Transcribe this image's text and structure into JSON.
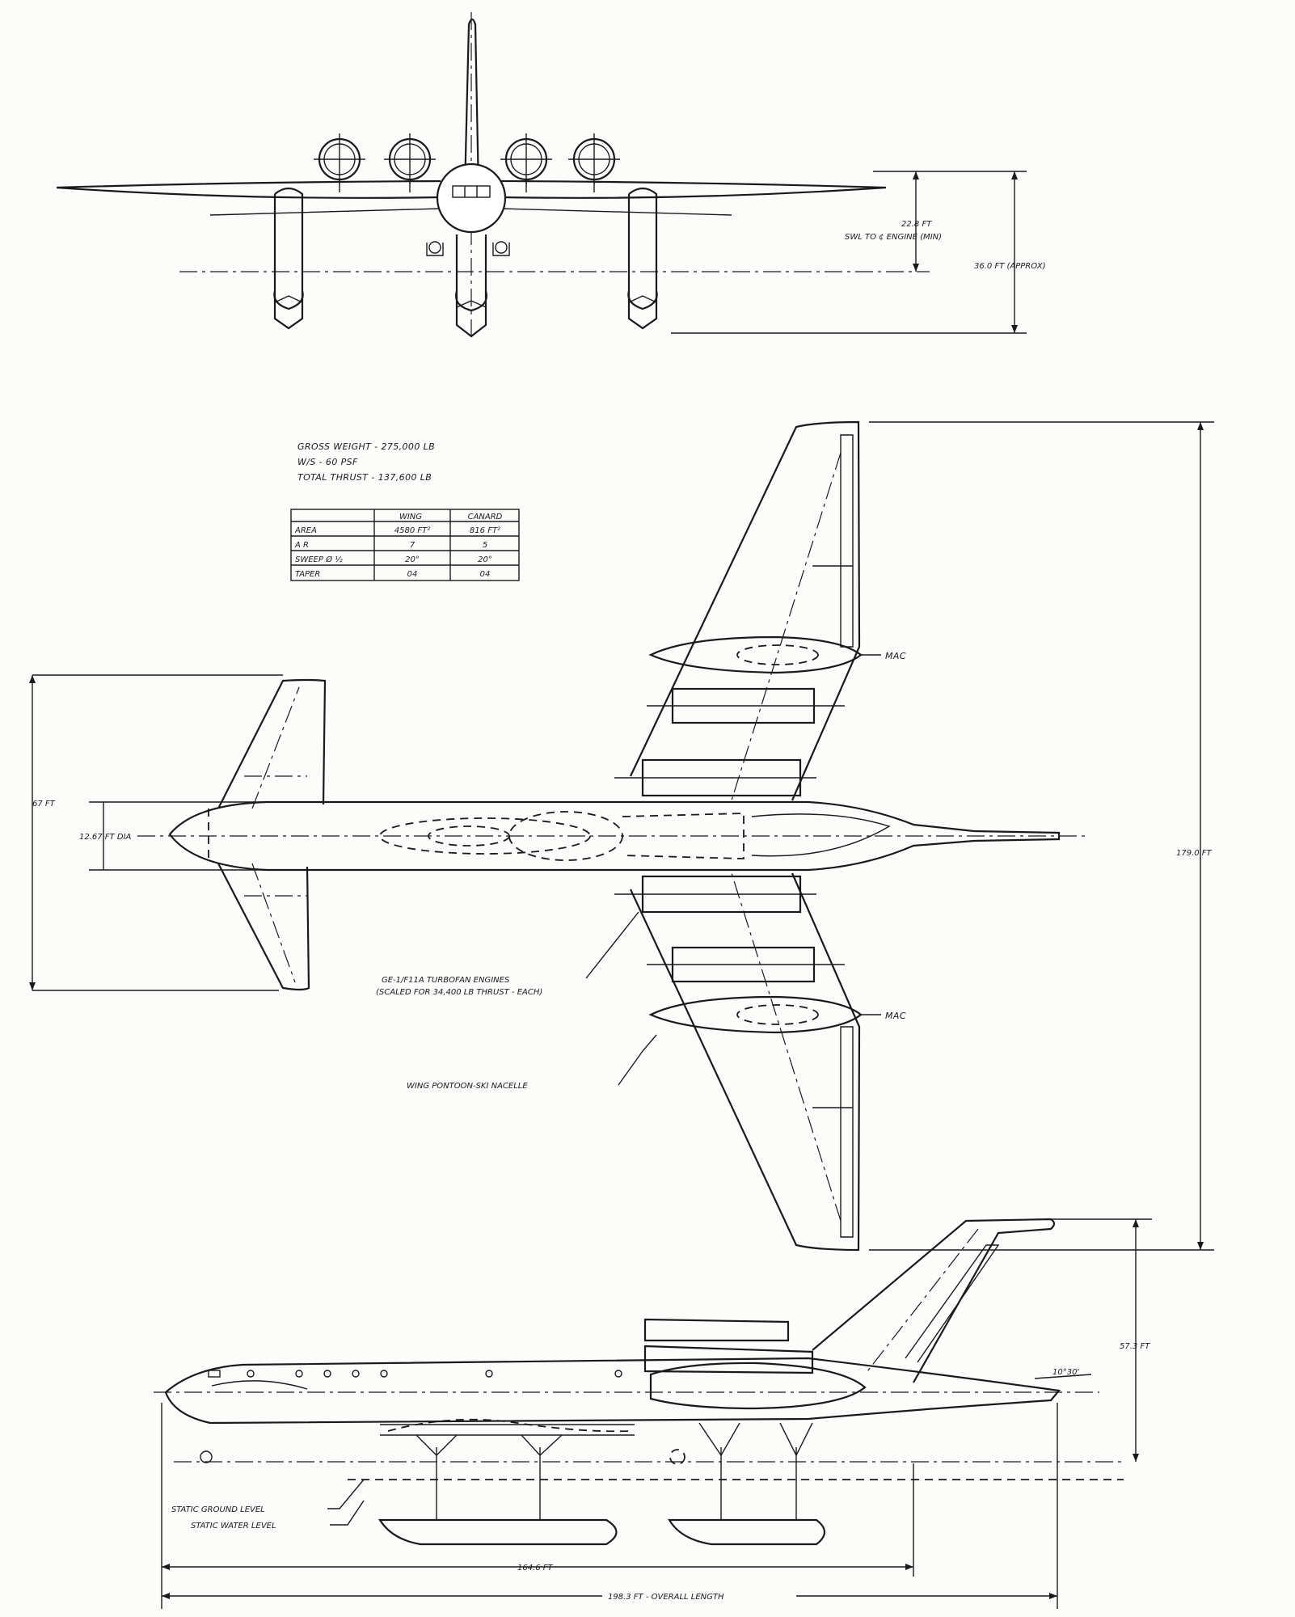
{
  "front_view": {
    "dim_engine": {
      "value": "22.8 FT",
      "desc": "SWL TO ¢ ENGINE (MIN)"
    },
    "dim_height": "36.0 FT (APPROX)"
  },
  "specs": {
    "gross_weight": "GROSS WEIGHT - 275,000 LB",
    "wing_loading": "W/S - 60 PSF",
    "total_thrust": "TOTAL THRUST - 137,600 LB"
  },
  "spec_table": {
    "headers": [
      "",
      "WING",
      "CANARD"
    ],
    "rows": [
      [
        "AREA",
        "4580 FT²",
        "816 FT²"
      ],
      [
        "A R",
        "7",
        "5"
      ],
      [
        "SWEEP Ø ½",
        "20°",
        "20°"
      ],
      [
        "TAPER",
        "04",
        "04"
      ]
    ]
  },
  "plan_view": {
    "span_dim": "67 FT",
    "dia_dim": "12.67 FT DIA",
    "wing_span": "179.0 FT",
    "mac_upper": "MAC",
    "mac_lower": "MAC",
    "engine_note_1": "GE-1/F11A TURBOFAN ENGINES",
    "engine_note_2": "(SCALED FOR 34,400 LB THRUST - EACH)",
    "pontoon_note": "WING PONTOON-SKI NACELLE"
  },
  "side_view": {
    "height_dim": "57.3 FT",
    "angle": "10°30'",
    "ground_label": "STATIC GROUND LEVEL",
    "water_label": "STATIC WATER LEVEL",
    "length_inner": "164.6 FT",
    "length_overall": "198.3 FT - OVERALL LENGTH"
  }
}
